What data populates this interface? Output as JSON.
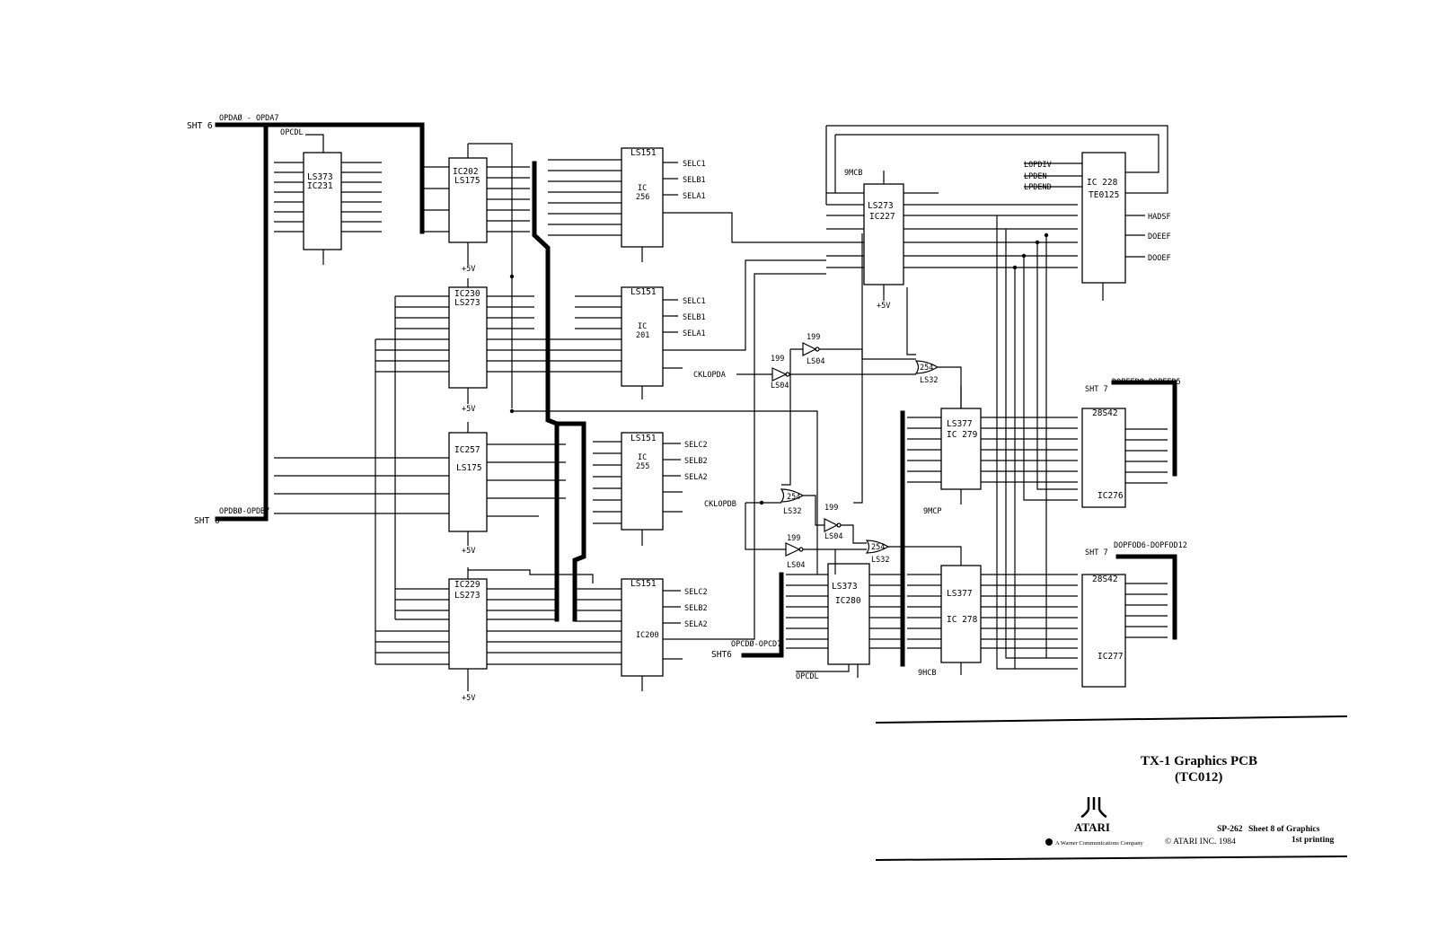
{
  "sheet_refs": {
    "sht6_top": "SHT 6",
    "sht6_mid": "SHT 6",
    "sht6_low": "SHT6",
    "sht7_a": "SHT 7",
    "sht7_b": "SHT 7"
  },
  "buses": {
    "opda": "OPDAØ - OPDA7",
    "opdb": "OPDBØ-OPDB7",
    "opcd": "OPCDØ-OPCD7",
    "dopfed_a": "DOPFEDØ-DOPFED5",
    "dopfed_b": "DOPFOD6-DOPFOD12"
  },
  "signals": {
    "opcdl_top": "OPCDL",
    "opcdl_bot": "OPCDL",
    "ckl_opda": "CKLOPDA",
    "ckl_opdb": "CKLOPDB",
    "mcb_9": "9MCB",
    "mcp_9": "9MCP",
    "hcb_9": "9HCB",
    "v5": "+5V",
    "lopdiv": "LOPDIV",
    "lpden": "LPDEN",
    "lpdend": "LPDEND",
    "hadsf": "HADSF",
    "doeef": "DOEEF",
    "dooef": "DOOEF",
    "selc1": "SELC1",
    "selb1": "SELB1",
    "sela1": "SELA1",
    "selc2": "SELC2",
    "selb2": "SELB2",
    "sela2": "SELA2"
  },
  "chips": {
    "ic231": [
      "LS373",
      "IC231"
    ],
    "ic202": [
      "IC202",
      "LS175"
    ],
    "ic256": [
      "LS151",
      "IC",
      "256"
    ],
    "ic230": [
      "IC230",
      "LS273"
    ],
    "ic201": [
      "LS151",
      "IC",
      "201"
    ],
    "ic257": [
      "IC257",
      "LS175"
    ],
    "ic255": [
      "LS151",
      "IC",
      "255"
    ],
    "ic229": [
      "IC229",
      "LS273"
    ],
    "ic200": [
      "LS151",
      "IC200"
    ],
    "ic227": [
      "LS273",
      "IC227"
    ],
    "ic228": [
      "IC 228",
      "TE0125"
    ],
    "ic279": [
      "LS377",
      "IC 279"
    ],
    "ic276": [
      "28S42",
      "IC276"
    ],
    "ic280": [
      "LS373",
      "IC280"
    ],
    "ic278": [
      "LS377",
      "IC 278"
    ],
    "ic277": [
      "28S42",
      "IC277"
    ]
  },
  "gates": {
    "g199a": [
      "199",
      "LS04"
    ],
    "g199b": [
      "199",
      "LS04"
    ],
    "g199c": [
      "199",
      "LS04"
    ],
    "g199d": [
      "199",
      "LS04"
    ],
    "g254a": [
      "254",
      "LS32"
    ],
    "g254b": [
      "254",
      "LS32"
    ],
    "g254c": [
      "254",
      "LS32"
    ]
  },
  "title_block": {
    "title": "TX-1 Graphics PCB",
    "subtitle": "(TC012)",
    "company_logo_text": "ATARI",
    "company_sub": "A Warner Communications Company",
    "copyright": "© ATARI INC. 1984",
    "doc_number": "SP-262",
    "sheet": "Sheet 8 of Graphics",
    "printing": "1st printing"
  }
}
